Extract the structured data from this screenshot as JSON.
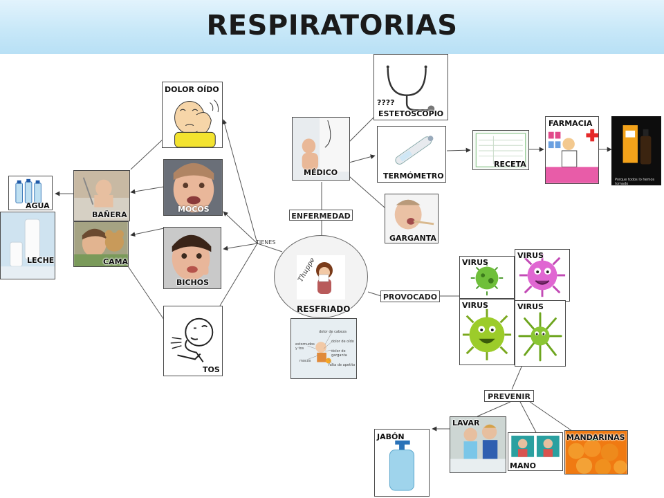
{
  "title": "RESPIRATORIAS",
  "connector_label": "TIENES",
  "center": {
    "label": "RESFRIADO",
    "logo_text": "Thuppe"
  },
  "relations": {
    "enfermedad": "ENFERMEDAD",
    "provocado": "PROVOCADO",
    "prevenir": "PREVENIR"
  },
  "symptoms": {
    "dolor_oido": "DOLOR OÍDO",
    "mocos": "MOCOS",
    "bichos": "BICHOS",
    "tos": "TOS"
  },
  "care": {
    "banera": "BAÑERA",
    "cama": "CAMA",
    "agua": "AGUA",
    "leche": "LECHE"
  },
  "medical": {
    "medico": "MÉDICO",
    "estetoscopio": "ESTETOSCOPIO",
    "question": "????",
    "termometro": "TERMÓMETRO",
    "garganta": "GARGANTA",
    "receta": "RECETA",
    "farmacia": "FARMACIA",
    "medicine_caption": "Porque todos lo hemos tomado"
  },
  "viruses": [
    "VIRUS",
    "VIRUS",
    "VIRUS",
    "VIRUS"
  ],
  "prevention": {
    "lavar": "LAVAR",
    "jabon": "JABÓN",
    "mano": "MANO",
    "mandarinas": "MANDARINAS"
  },
  "symptoms_chart": {
    "labels": [
      "dolor de cabeza",
      "estornudos y tos",
      "dolor de oído",
      "dolor de garganta",
      "mocos",
      "falta de apetito"
    ]
  },
  "colors": {
    "header": "#c6e7f8",
    "virus_green": "#7ac943",
    "virus_pink": "#e05fd0",
    "virus_lime": "#9acd32"
  }
}
